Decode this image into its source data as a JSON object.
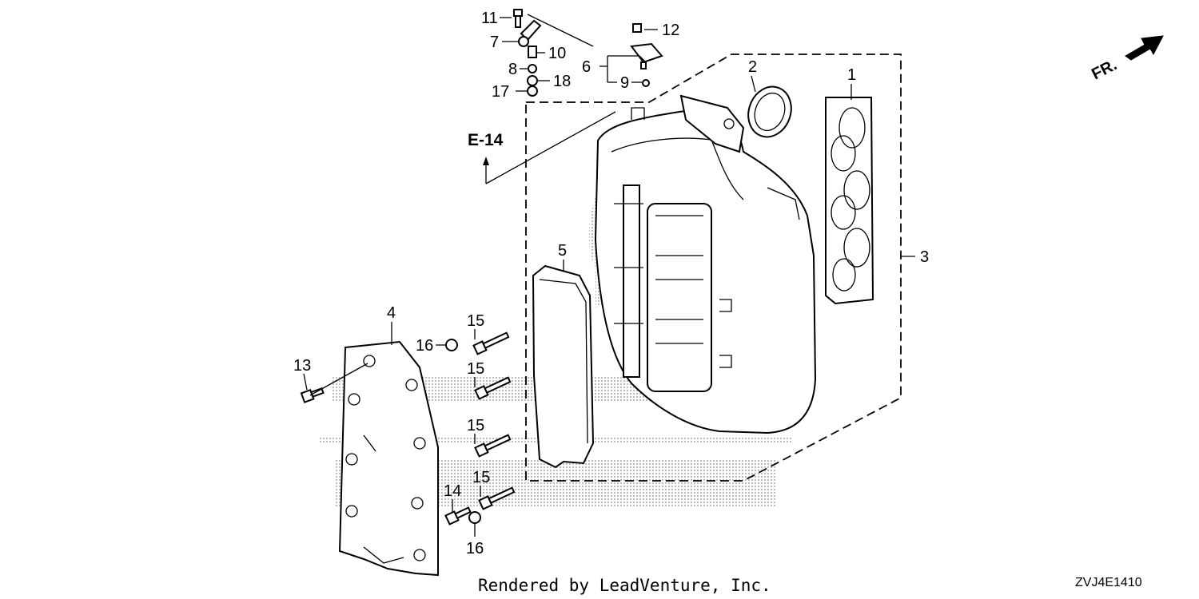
{
  "callouts": [
    {
      "id": "1",
      "label": "1"
    },
    {
      "id": "2",
      "label": "2"
    },
    {
      "id": "3",
      "label": "3"
    },
    {
      "id": "4",
      "label": "4"
    },
    {
      "id": "5",
      "label": "5"
    },
    {
      "id": "6",
      "label": "6"
    },
    {
      "id": "7",
      "label": "7"
    },
    {
      "id": "8",
      "label": "8"
    },
    {
      "id": "9",
      "label": "9"
    },
    {
      "id": "10",
      "label": "10"
    },
    {
      "id": "11",
      "label": "11"
    },
    {
      "id": "12",
      "label": "12"
    },
    {
      "id": "13",
      "label": "13"
    },
    {
      "id": "14",
      "label": "14"
    },
    {
      "id": "15",
      "label": "15"
    },
    {
      "id": "16",
      "label": "16"
    },
    {
      "id": "17",
      "label": "17"
    },
    {
      "id": "18",
      "label": "18"
    }
  ],
  "reference": {
    "label": "E-14"
  },
  "direction": {
    "label": "FR."
  },
  "footer": {
    "credit": "Rendered by LeadVenture, Inc.",
    "diagram_code": "ZVJ4E1410"
  }
}
